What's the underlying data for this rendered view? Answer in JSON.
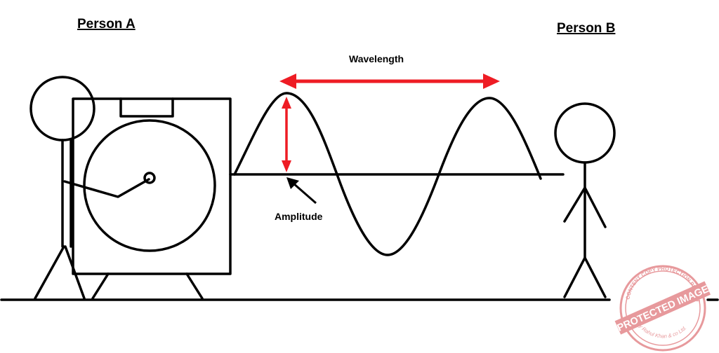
{
  "labels": {
    "person_a": "Person A",
    "person_b": "Person B",
    "wavelength": "Wavelength",
    "amplitude": "Amplitude"
  },
  "stamp": {
    "main_text": "PROTECTED IMAGE",
    "ring_text": "CONTENT COPY PROTECTION PLUGIN",
    "sub_text": "By Rahul Khan & co Ltd."
  },
  "colors": {
    "ink": "#000000",
    "arrow": "#ee1c24",
    "stamp": "#e0787c",
    "background": "#ffffff"
  }
}
